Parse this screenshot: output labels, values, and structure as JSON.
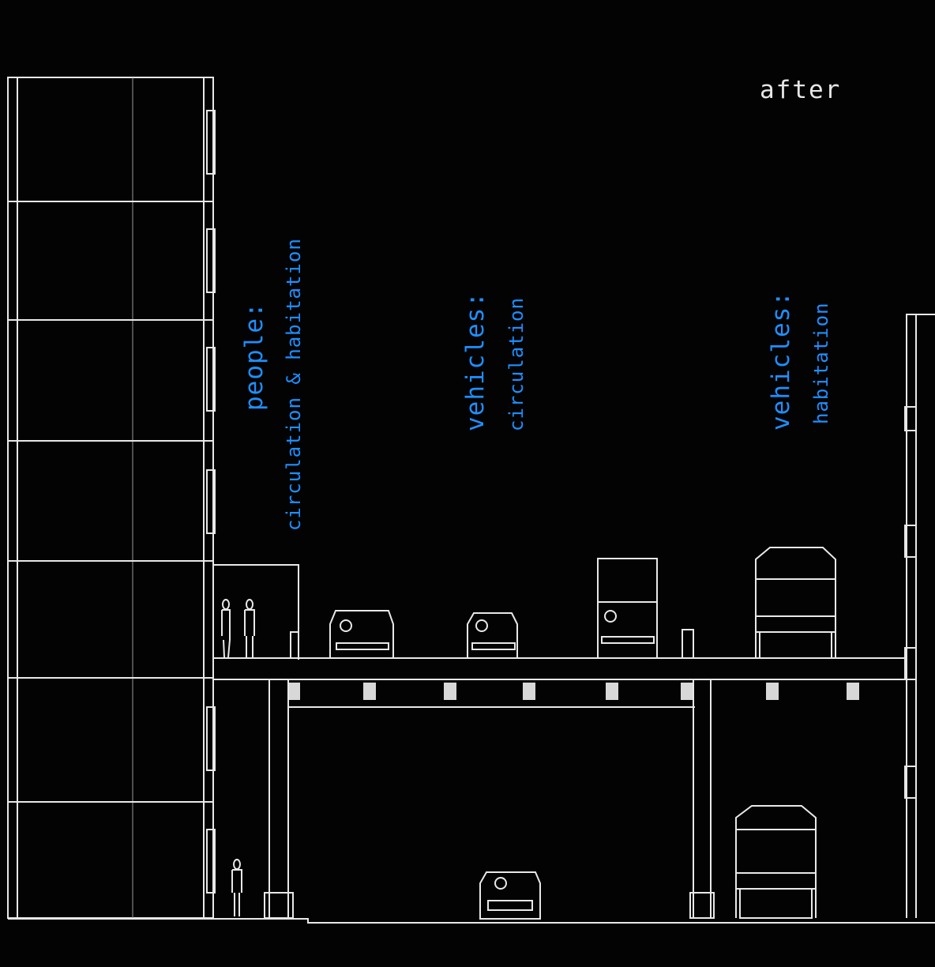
{
  "title": "after",
  "labels": {
    "people_heading": "people:",
    "people_sub": "circulation & habitation",
    "vehicles_circ_heading": "vehicles:",
    "vehicles_circ_sub": "circulation",
    "vehicles_hab_heading": "vehicles:",
    "vehicles_hab_sub": "habitation"
  },
  "colors": {
    "label": "#1e8fff",
    "line": "#e8e8e8",
    "background": "#030303"
  }
}
